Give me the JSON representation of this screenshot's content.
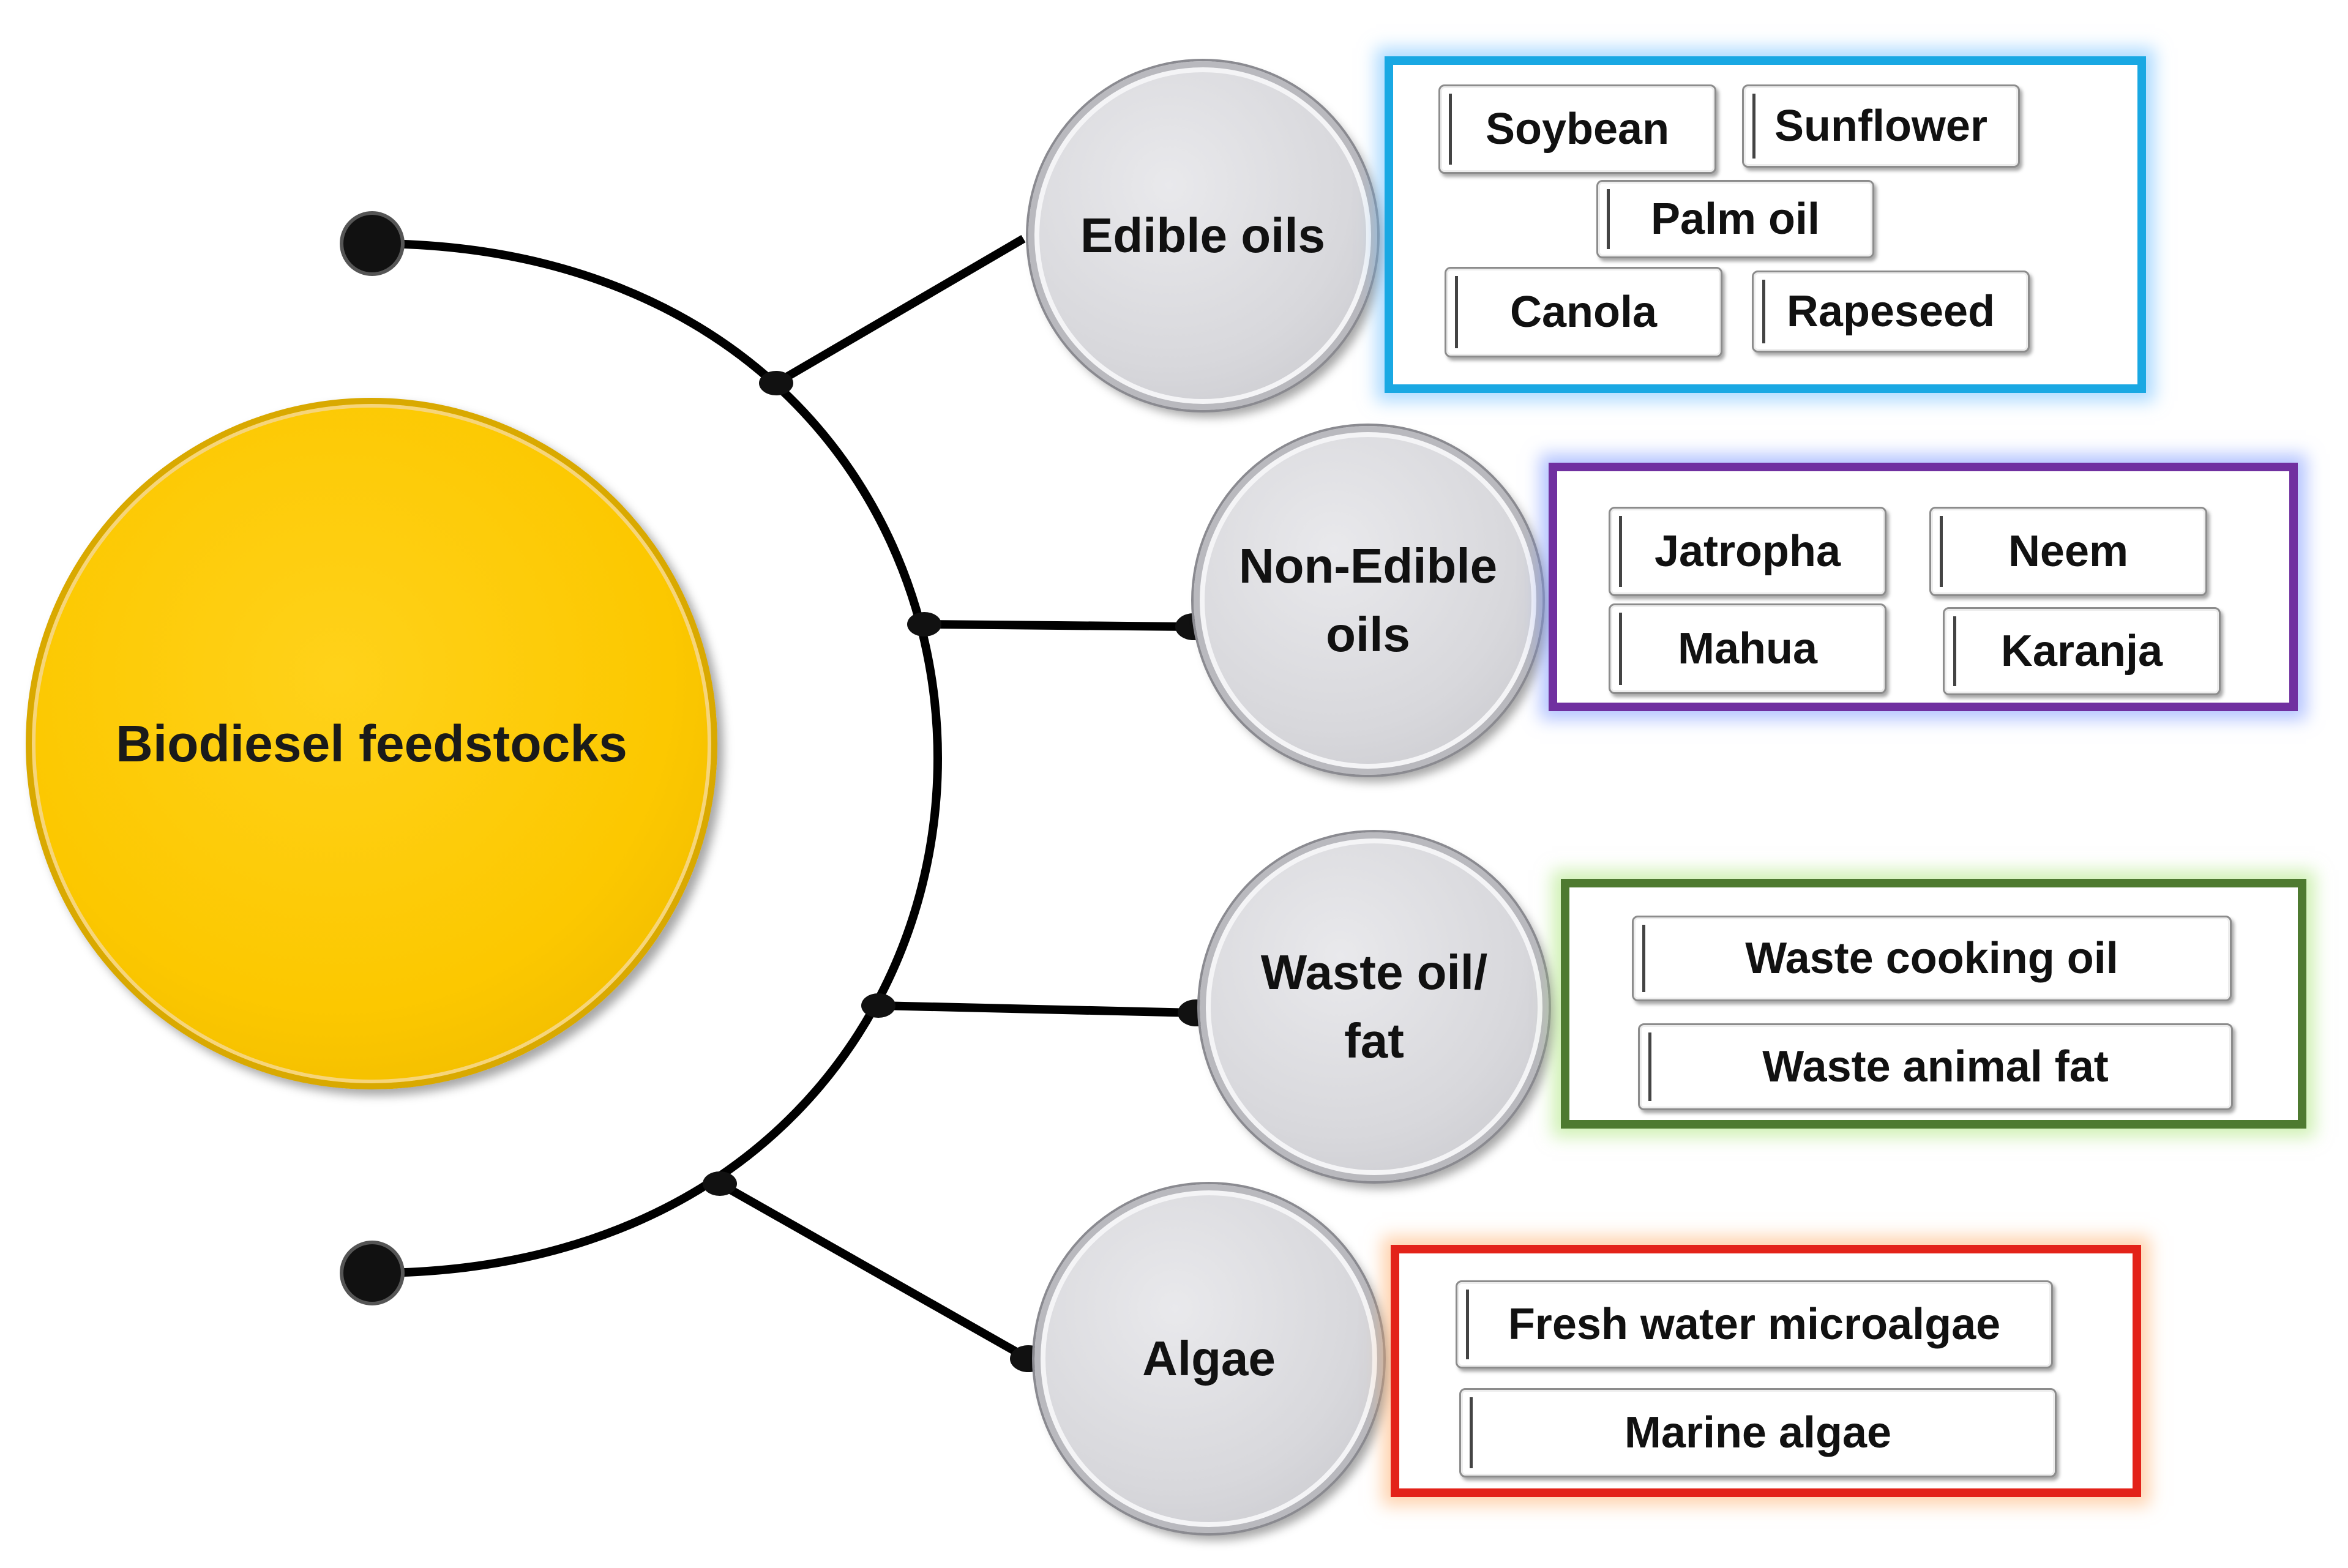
{
  "root": {
    "label": "Biodiesel feedstocks"
  },
  "categories": [
    {
      "label": "Edible oils",
      "items": [
        "Soybean",
        "Sunflower",
        "Palm oil",
        "Canola",
        "Rapeseed"
      ]
    },
    {
      "label": "Non-Edible\noils",
      "items": [
        "Jatropha",
        "Neem",
        "Mahua",
        "Karanja"
      ]
    },
    {
      "label": "Waste oil/\nfat",
      "items": [
        "Waste cooking oil",
        "Waste animal fat"
      ]
    },
    {
      "label": "Algae",
      "items": [
        "Fresh water microalgae",
        "Marine algae"
      ]
    }
  ],
  "colors": {
    "root_fill": "#fcc800",
    "category_fill": "#d8d8dc",
    "connector": "#000000",
    "edible_border": "#19a8e3",
    "non_edible_border": "#7030a0",
    "waste_border": "#4e7a30",
    "algae_border": "#e32219"
  }
}
